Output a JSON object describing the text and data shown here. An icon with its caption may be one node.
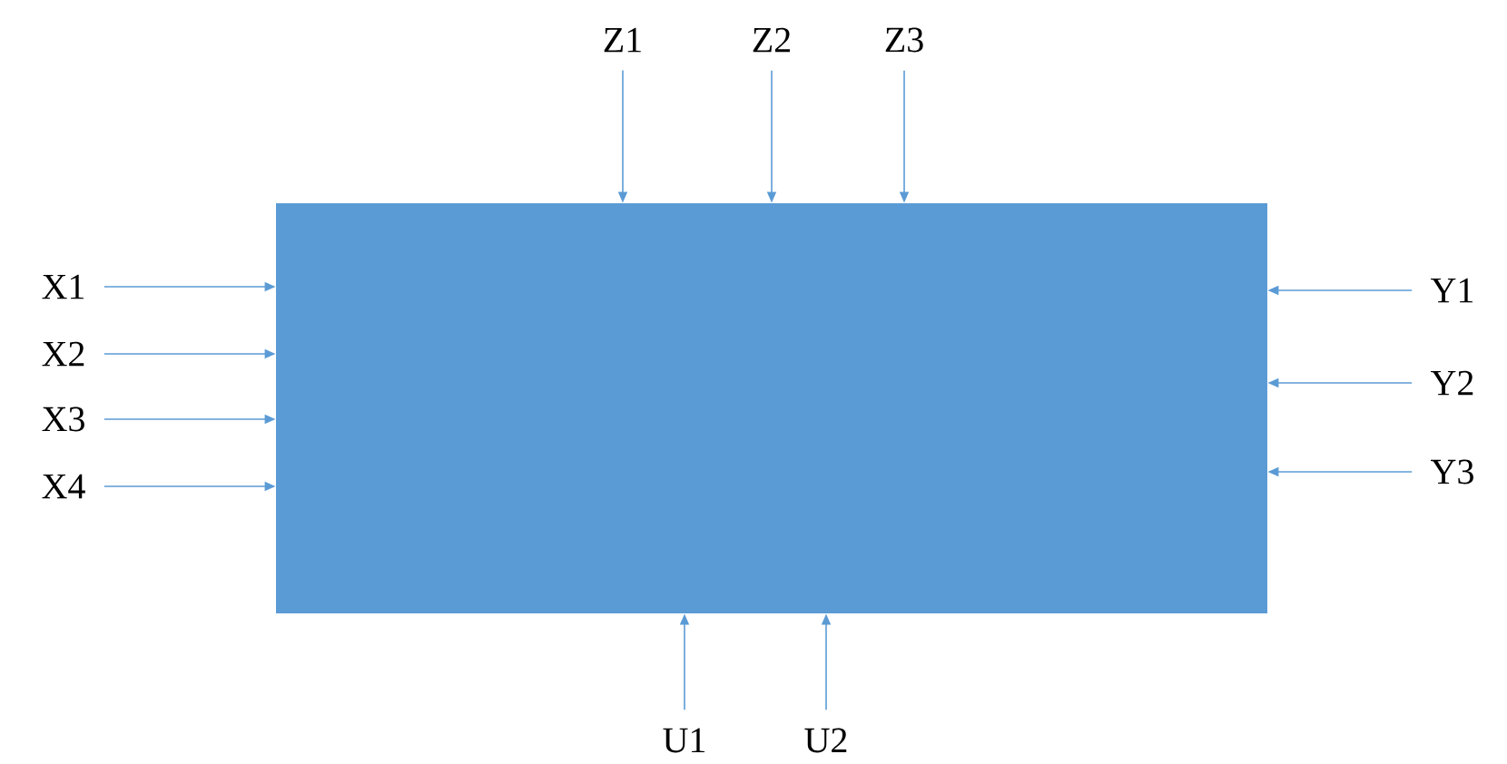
{
  "diagram": {
    "nodes": [
      {
        "text": [],
        "shape": "box"
      },
      {
        "text": [
          "Z1"
        ]
      },
      {
        "text": [
          "Z2"
        ]
      },
      {
        "text": [
          "Z3"
        ]
      },
      {
        "text": [
          "X1"
        ]
      },
      {
        "text": [
          "X2"
        ]
      },
      {
        "text": [
          "X3"
        ]
      },
      {
        "text": [
          "X4"
        ]
      },
      {
        "text": [
          "Y1"
        ]
      },
      {
        "text": [
          "Y2"
        ]
      },
      {
        "text": [
          "Y3"
        ]
      },
      {
        "text": [
          "U1"
        ]
      },
      {
        "text": [
          "U2"
        ]
      }
    ],
    "edges": [
      {
        "from": 1,
        "to": 0,
        "arrow": "to"
      },
      {
        "from": 2,
        "to": 0,
        "arrow": "to"
      },
      {
        "from": 3,
        "to": 0,
        "arrow": "to"
      },
      {
        "from": 4,
        "to": 0,
        "arrow": "to"
      },
      {
        "from": 5,
        "to": 0,
        "arrow": "to"
      },
      {
        "from": 6,
        "to": 0,
        "arrow": "to"
      },
      {
        "from": 7,
        "to": 0,
        "arrow": "to"
      },
      {
        "from": 8,
        "to": 0,
        "arrow": "to"
      },
      {
        "from": 9,
        "to": 0,
        "arrow": "to"
      },
      {
        "from": 10,
        "to": 0,
        "arrow": "to"
      },
      {
        "from": 11,
        "to": 0,
        "arrow": "to"
      },
      {
        "from": 12,
        "to": 0,
        "arrow": "to"
      }
    ]
  }
}
